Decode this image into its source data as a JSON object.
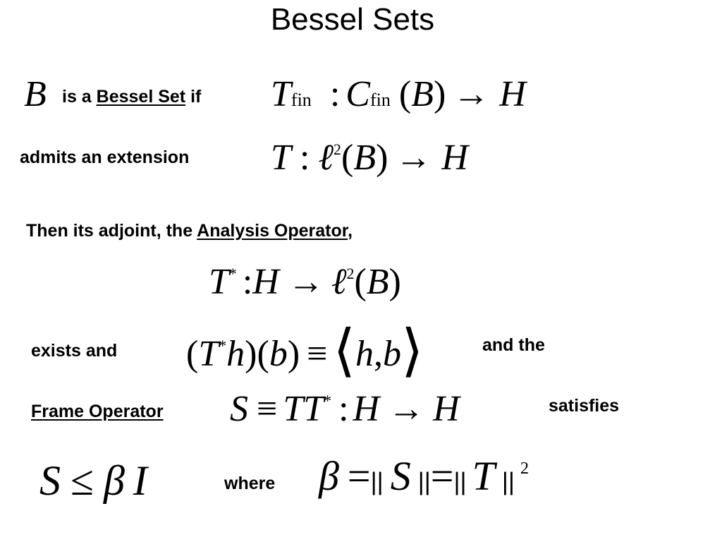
{
  "slide": {
    "title": "Bessel Sets",
    "line1": {
      "var_b": "B",
      "text_pre": "is a ",
      "term": "Bessel Set",
      "text_post": " if",
      "f_T": "T",
      "f_fin": "fin",
      "f_colon": ":",
      "f_C": "C",
      "f_fin2": "fin",
      "f_lp": "(",
      "f_B": "B",
      "f_rp": ")",
      "f_arrow": "→",
      "f_H": "H"
    },
    "line2": {
      "text": "admits an extension",
      "f_T": "T",
      "f_colon": ":",
      "f_ell": "ℓ",
      "f_sq": "2",
      "f_lp": "(",
      "f_B": "B",
      "f_rp": ")",
      "f_arrow": "→",
      "f_H": "H"
    },
    "line3": {
      "text_pre": "Then its adjoint, the ",
      "term": "Analysis Operator",
      "text_post": ","
    },
    "line4": {
      "f_T": "T",
      "f_star": "*",
      "f_colon": ":",
      "f_H": "H",
      "f_arrow": "→",
      "f_ell": "ℓ",
      "f_sq": "2",
      "f_lp": "(",
      "f_B": "B",
      "f_rp": ")"
    },
    "line5": {
      "text_left": "exists and",
      "f_lp": "(",
      "f_T": "T",
      "f_star": "*",
      "f_h": "h",
      "f_rp": ")",
      "f_lp2": "(",
      "f_b": "b",
      "f_rp2": ")",
      "f_equiv": "≡",
      "f_langle": "⟨",
      "f_h2": "h",
      "f_comma": ",",
      "f_b2": "b",
      "f_rangle": "⟩",
      "text_right": "and the"
    },
    "line6": {
      "term": "Frame Operator",
      "f_S": "S",
      "f_equiv": "≡",
      "f_TT": "TT",
      "f_star": "*",
      "f_colon": ":",
      "f_H": "H",
      "f_arrow": "→",
      "f_H2": "H",
      "text_right": "satisfies"
    },
    "line7": {
      "f_S": "S",
      "f_leq": "≤",
      "f_beta": "β",
      "f_I": "I",
      "text_mid": "where",
      "f_beta2": "β",
      "f_eq": "=",
      "f_norm1": "||",
      "f_S2": "S",
      "f_norm2": "||",
      "f_eq2": "=",
      "f_norm3": "||",
      "f_T": "T",
      "f_norm4": "||",
      "f_sq": "2"
    }
  }
}
